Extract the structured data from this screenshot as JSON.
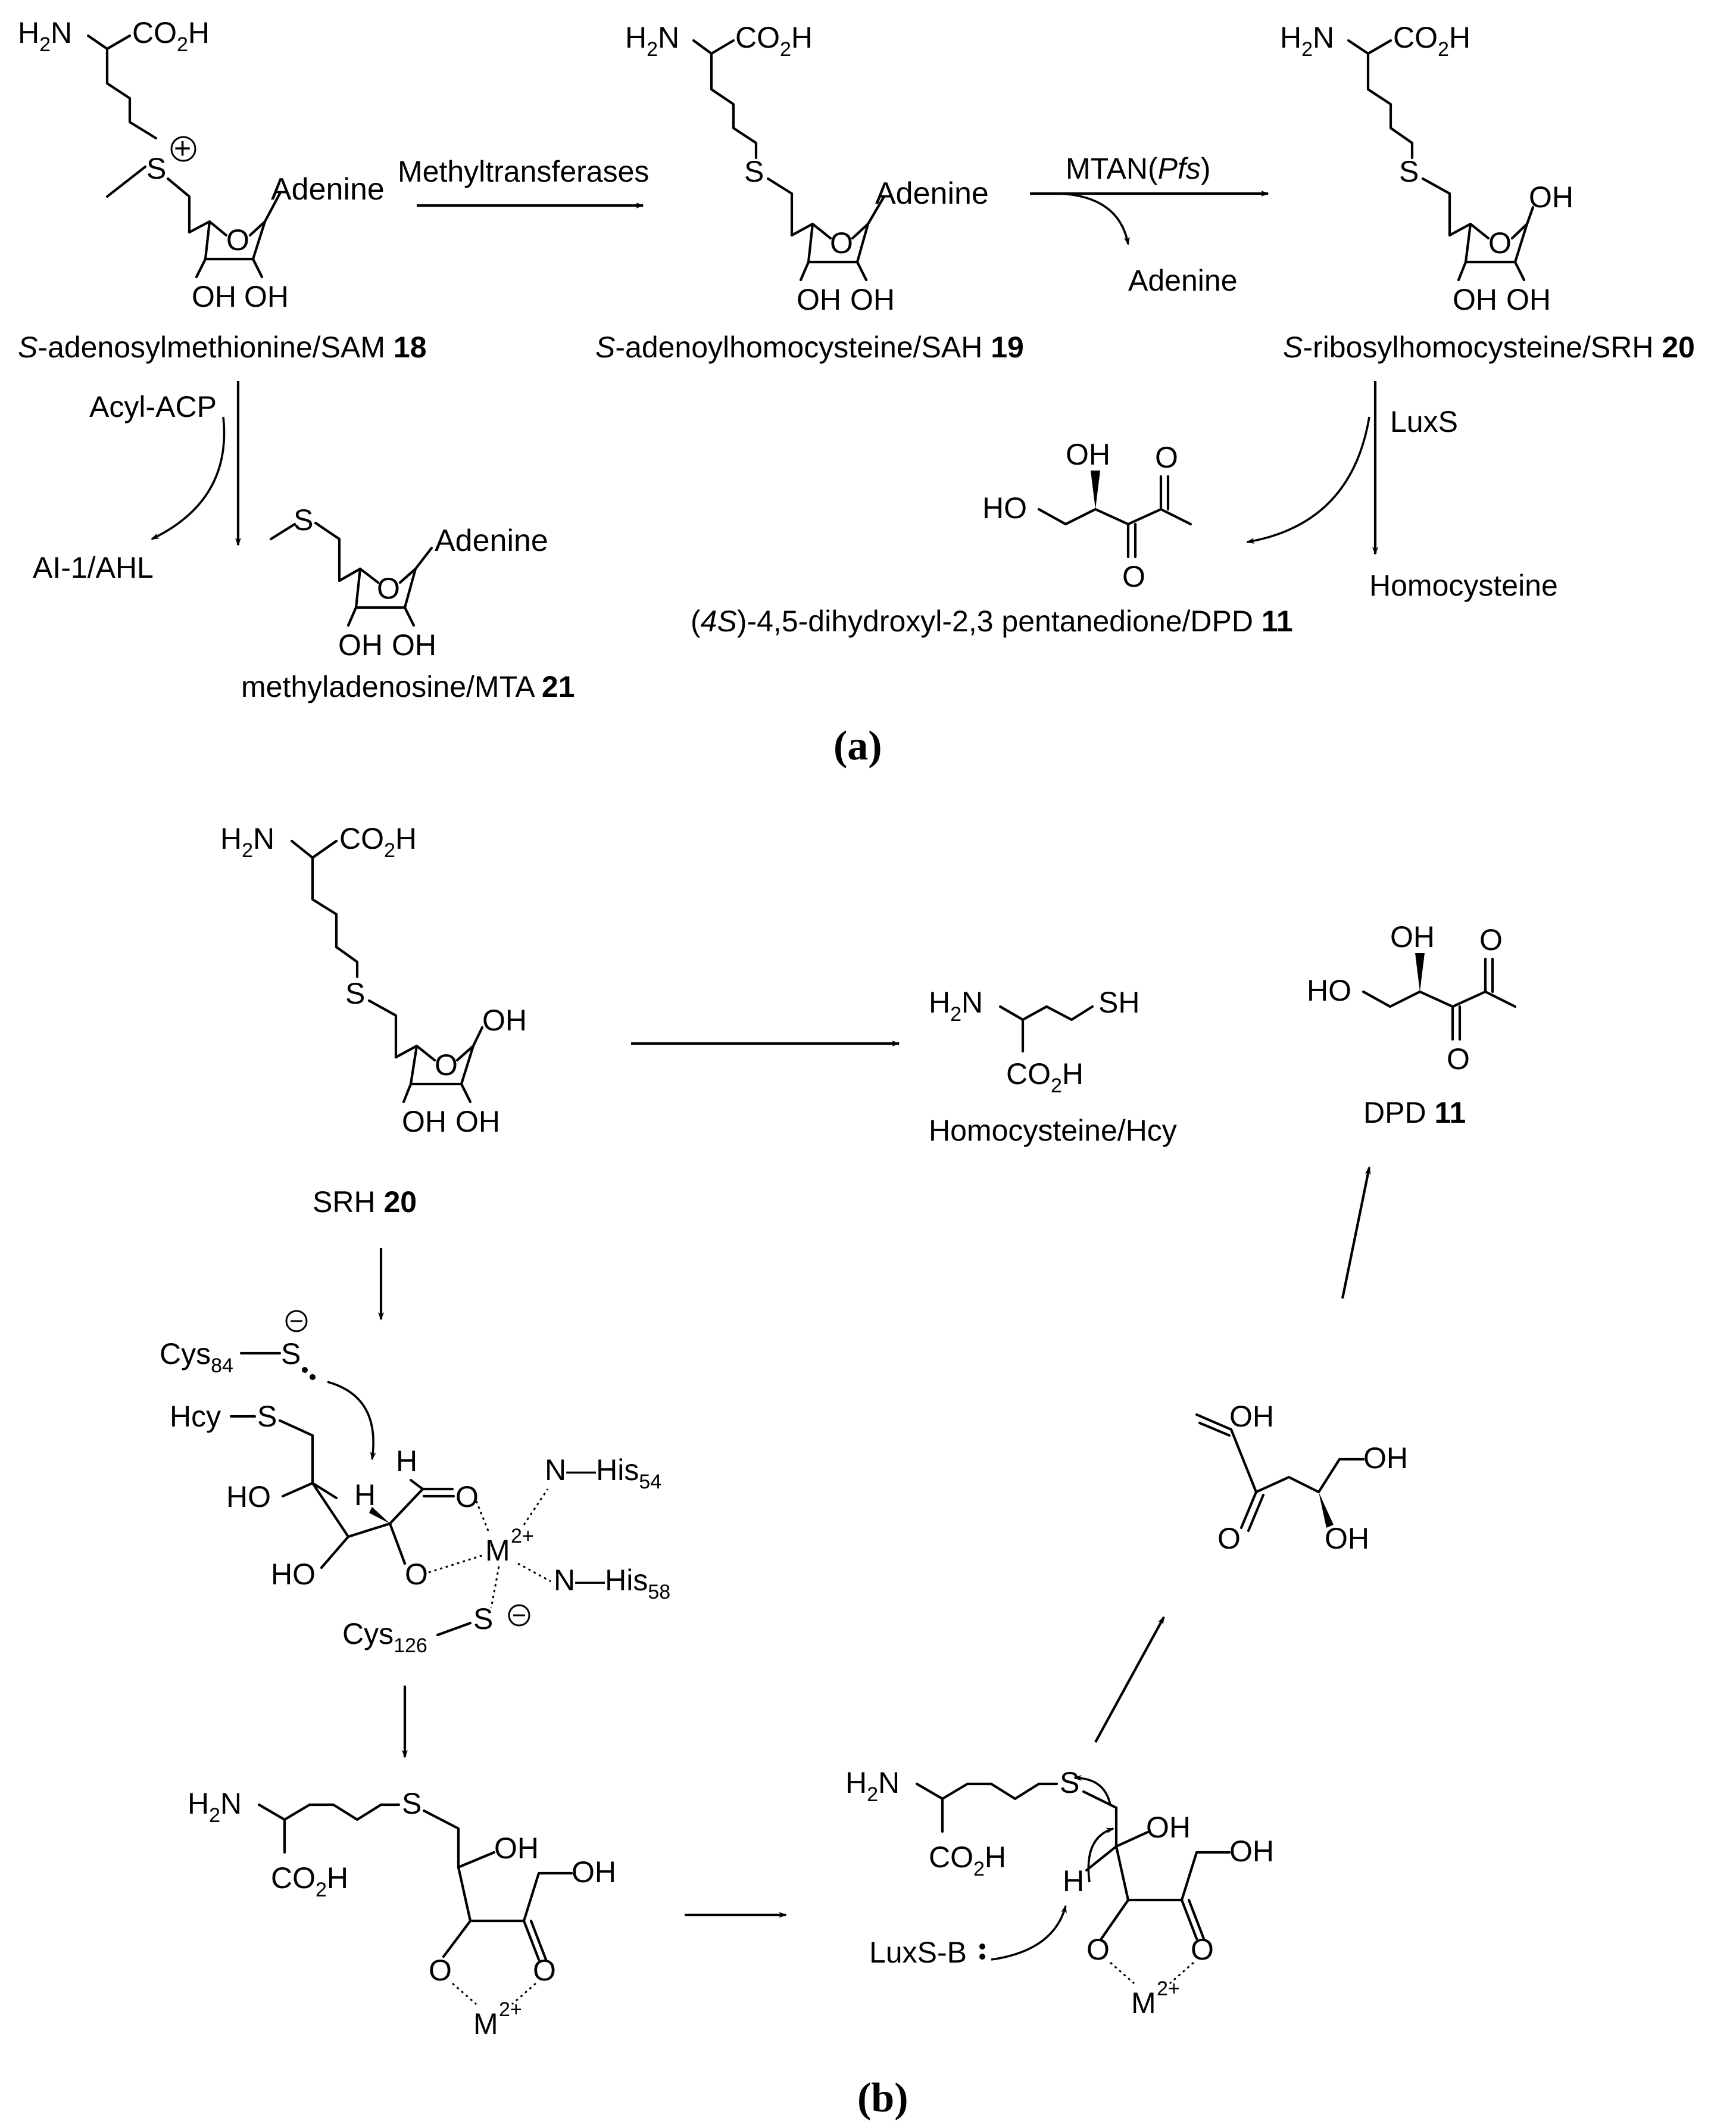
{
  "panel_a": {
    "label": "(a)",
    "sam": {
      "name_prefix": "S",
      "name_rest": "-adenosylmethionine/SAM ",
      "number": "18"
    },
    "sah": {
      "name_prefix": "S",
      "name_rest": "-adenoylhomocysteine/SAH ",
      "number": "19"
    },
    "srh": {
      "name_prefix": "S",
      "name_rest": "-ribosylhomocysteine/SRH ",
      "number": "20"
    },
    "mta": {
      "name": "methyladenosine/MTA ",
      "number": "21"
    },
    "dpd": {
      "name_prefix": "(",
      "name_italic": "4S",
      "name_rest": ")-4,5-dihydroxyl-2,3 pentanedione/DPD ",
      "number": "11"
    },
    "arrows": {
      "methyltransferases": "Methyltransferases",
      "mtan": "MTAN(",
      "mtan_italic": "Pfs",
      "mtan_close": ")",
      "adenine_release": "Adenine",
      "acyl_acp": "Acyl-ACP",
      "ai1": "AI-1/AHL",
      "luxs": "LuxS",
      "homocysteine": "Homocysteine"
    },
    "groups": {
      "h2n": "H",
      "n": "N",
      "co2h": "CO",
      "h_suffix": "H",
      "sub2": "2",
      "adenine": "Adenine",
      "oh": "OH",
      "ho": "HO",
      "s": "S",
      "o": "O",
      "plus": "+"
    }
  },
  "panel_b": {
    "label": "(b)",
    "srh_label": "SRH ",
    "srh_number": "20",
    "hcy_label": "Homocysteine/Hcy",
    "sh": "SH",
    "dpd_label": "DPD ",
    "dpd_number": "11",
    "cys84": "Cys",
    "cys84_sub": "84",
    "cys126": "Cys",
    "cys126_sub": "126",
    "hcy": "Hcy",
    "his54": "N—His",
    "his54_sub": "54",
    "his58": "N—His",
    "his58_sub": "58",
    "metal": "M",
    "metal_charge": "2+",
    "minus": "−",
    "h": "H",
    "luxs_b": "LuxS-B"
  }
}
